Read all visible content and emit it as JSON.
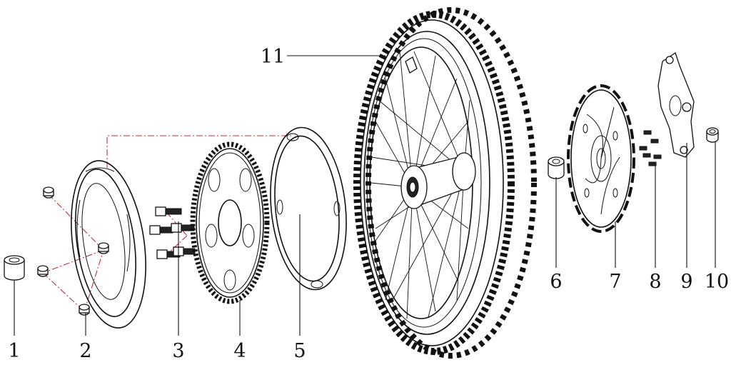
{
  "callouts": [
    "1",
    "2",
    "3",
    "4",
    "5",
    "6",
    "7",
    "8",
    "9",
    "10",
    "11"
  ],
  "colors": {
    "ink": "#111111",
    "guide_line": "#c0313a",
    "background": "#ffffff"
  },
  "parts": [
    "spacer",
    "sprocket-guard-plate",
    "sprocket-bolt-set",
    "rear-sprocket",
    "outer-guard-ring",
    "hub-spacer",
    "brake-disc",
    "disc-bolt-set",
    "brake-caliper-bracket",
    "axle-collar",
    "wheel-assembly"
  ]
}
